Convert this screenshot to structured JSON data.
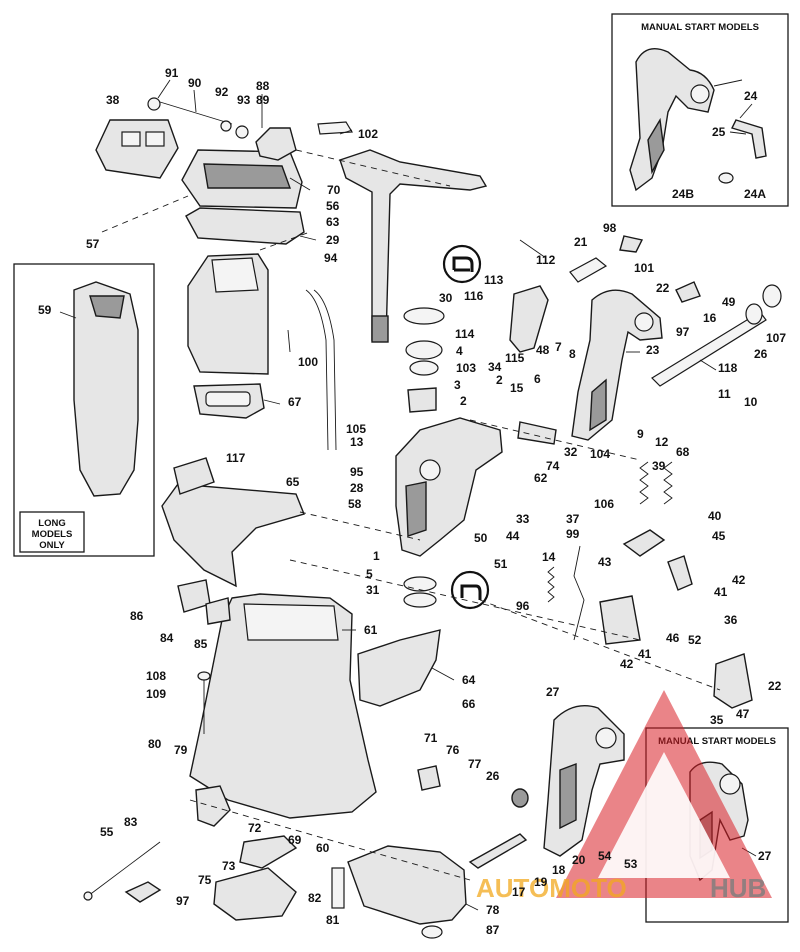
{
  "insets": {
    "manual_start_top": "MANUAL START MODELS",
    "manual_start_bottom": "MANUAL START MODELS",
    "long_models": "LONG MODELS ONLY"
  },
  "watermark": {
    "part1": "AUTOMOTO",
    "part2": "HUB",
    "colors": {
      "triangle": "#d81f26",
      "text_primary": "#f2a91e",
      "text_secondary": "#7d7d7d"
    }
  },
  "icons": {
    "top_marker": "hook-symbol-icon",
    "bottom_marker": "hook-symbol-icon"
  },
  "callouts": [
    "91",
    "90",
    "92",
    "93",
    "88",
    "89",
    "38",
    "102",
    "70",
    "56",
    "63",
    "57",
    "29",
    "94",
    "59",
    "100",
    "67",
    "30",
    "116",
    "113",
    "112",
    "98",
    "21",
    "101",
    "22",
    "49",
    "114",
    "4",
    "103",
    "3",
    "2",
    "34",
    "115",
    "48",
    "7",
    "6",
    "8",
    "97",
    "16",
    "107",
    "26",
    "23",
    "118",
    "105",
    "13",
    "15",
    "11",
    "10",
    "9",
    "12",
    "68",
    "32",
    "74",
    "62",
    "104",
    "39",
    "117",
    "95",
    "28",
    "65",
    "58",
    "106",
    "40",
    "37",
    "99",
    "33",
    "44",
    "1",
    "50",
    "5",
    "31",
    "14",
    "51",
    "43",
    "41",
    "42",
    "45",
    "96",
    "36",
    "52",
    "47",
    "22",
    "35",
    "86",
    "84",
    "85",
    "61",
    "64",
    "66",
    "108",
    "109",
    "27",
    "80",
    "79",
    "71",
    "76",
    "77",
    "26",
    "83",
    "72",
    "73",
    "75",
    "69",
    "60",
    "55",
    "97",
    "82",
    "81",
    "78",
    "87",
    "20",
    "54",
    "53",
    "18",
    "19",
    "17",
    "24",
    "25",
    "24B",
    "24A",
    "27",
    "46",
    "42",
    "41",
    "2"
  ]
}
